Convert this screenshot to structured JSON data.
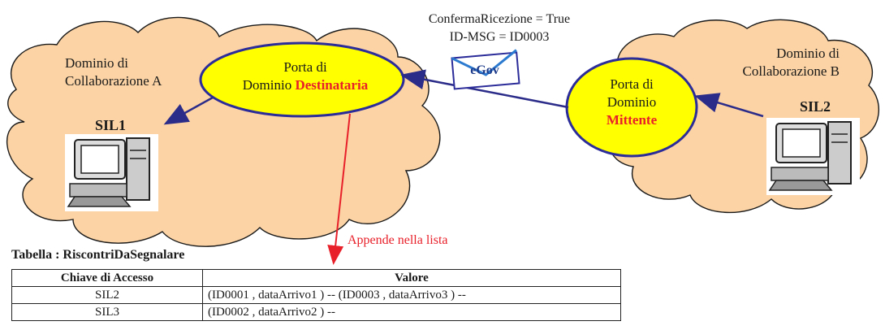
{
  "domain_a": {
    "line1": "Dominio di",
    "line2": "Collaborazione A"
  },
  "domain_b": {
    "line1": "Dominio di",
    "line2": "Collaborazione B"
  },
  "porta_dest": {
    "line1": "Porta di",
    "line2_prefix": "Dominio",
    "highlight": "Destinataria"
  },
  "porta_mitt": {
    "line1": "Porta di",
    "line2": "Dominio",
    "highlight": "Mittente"
  },
  "sil1": "SIL1",
  "sil2": "SIL2",
  "message": {
    "line1": "ConfermaRicezione = True",
    "line2": "ID-MSG = ID0003",
    "envelope": "eGov"
  },
  "append_label": "Appende nella lista",
  "table": {
    "title": "Tabella : RiscontriDaSegnalare",
    "headers": [
      "Chiave di Accesso",
      "Valore"
    ],
    "rows": [
      [
        "SIL2",
        "(ID0001 , dataArrivo1 ) -- (ID0003 , dataArrivo3 ) --"
      ],
      [
        "SIL3",
        "(ID0002 , dataArrivo2 ) --"
      ]
    ]
  },
  "colors": {
    "cloud": "#fbd3a4",
    "ellipse": "#ffff00",
    "ellipse_border": "#2b2b9a",
    "arrow": "#2b2b8a",
    "red_arrow": "#e8202a"
  }
}
